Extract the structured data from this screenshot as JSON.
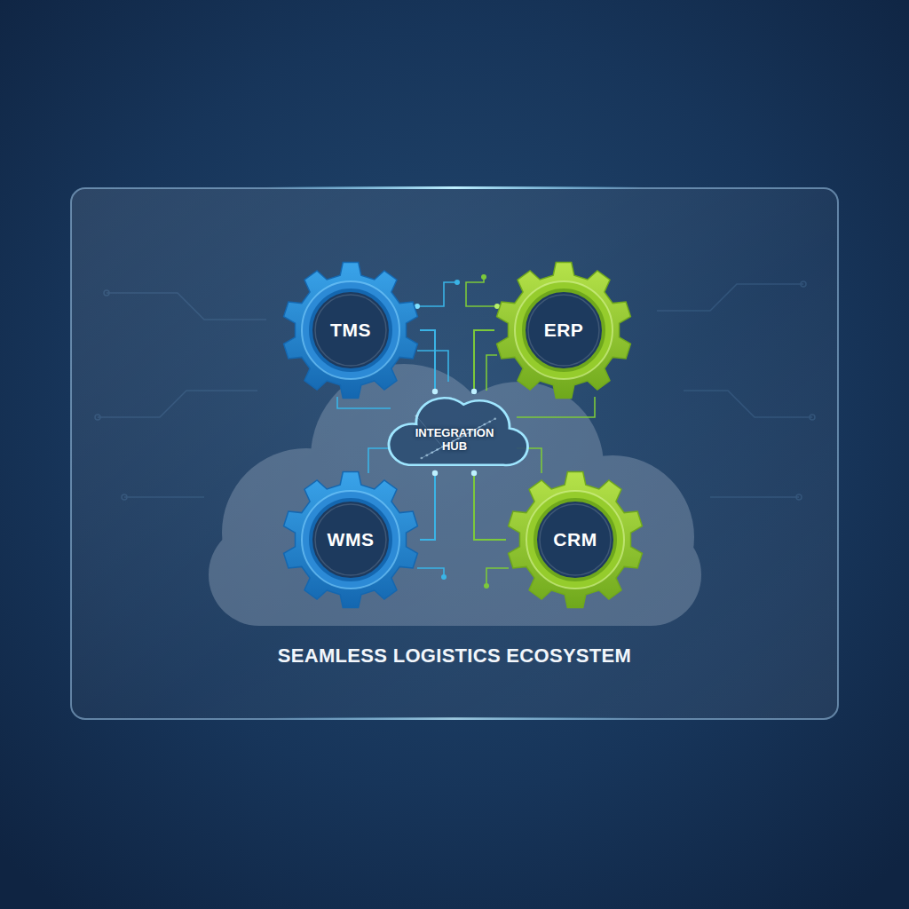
{
  "diagram": {
    "title": "SEAMLESS LOGISTICS ECOSYSTEM",
    "nodes": [
      {
        "text": [
          "TMS"
        ]
      },
      {
        "text": [
          "ERP"
        ]
      },
      {
        "text": [
          "INTEGRATION HUB"
        ]
      },
      {
        "text": [
          "WMS"
        ]
      },
      {
        "text": [
          "CRM"
        ]
      }
    ],
    "edges": [
      {
        "from": 2,
        "to": 0,
        "arrow": "none"
      },
      {
        "from": 2,
        "to": 1,
        "arrow": "none"
      },
      {
        "from": 2,
        "to": 3,
        "arrow": "none"
      },
      {
        "from": 2,
        "to": 4,
        "arrow": "none"
      }
    ]
  }
}
